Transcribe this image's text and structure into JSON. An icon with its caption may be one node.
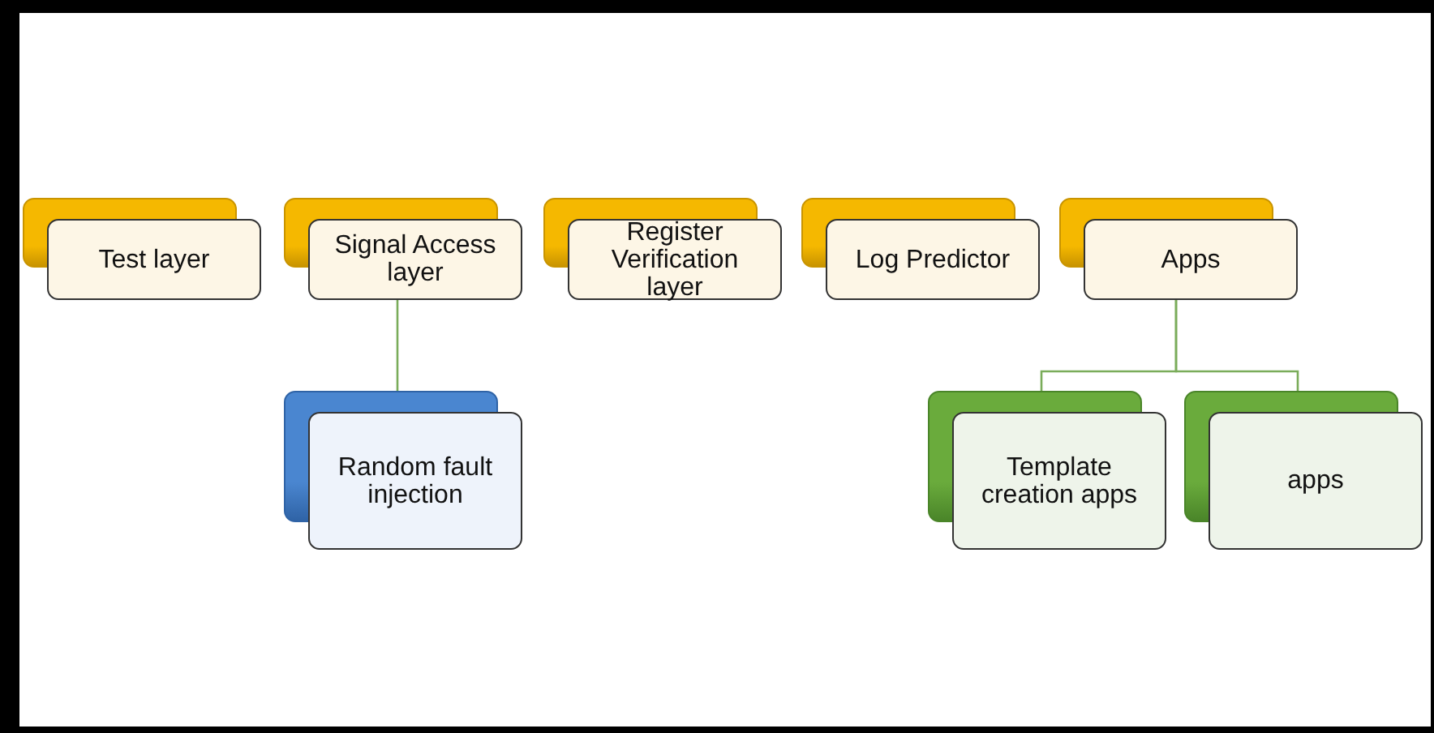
{
  "diagram": {
    "nodes": [
      {
        "text": [
          "Test layer"
        ]
      },
      {
        "text": [
          "Signal Access layer"
        ]
      },
      {
        "text": [
          "Register Verification layer"
        ]
      },
      {
        "text": [
          "Log Predictor"
        ]
      },
      {
        "text": [
          "Apps"
        ]
      },
      {
        "text": [
          "Random fault injection"
        ]
      },
      {
        "text": [
          "Template creation apps"
        ]
      },
      {
        "text": [
          "apps"
        ]
      }
    ],
    "edges": [
      {
        "from": 1,
        "to": 5,
        "arrow": "none"
      },
      {
        "from": 4,
        "to": 6,
        "arrow": "none"
      },
      {
        "from": 4,
        "to": 7,
        "arrow": "none"
      }
    ]
  }
}
